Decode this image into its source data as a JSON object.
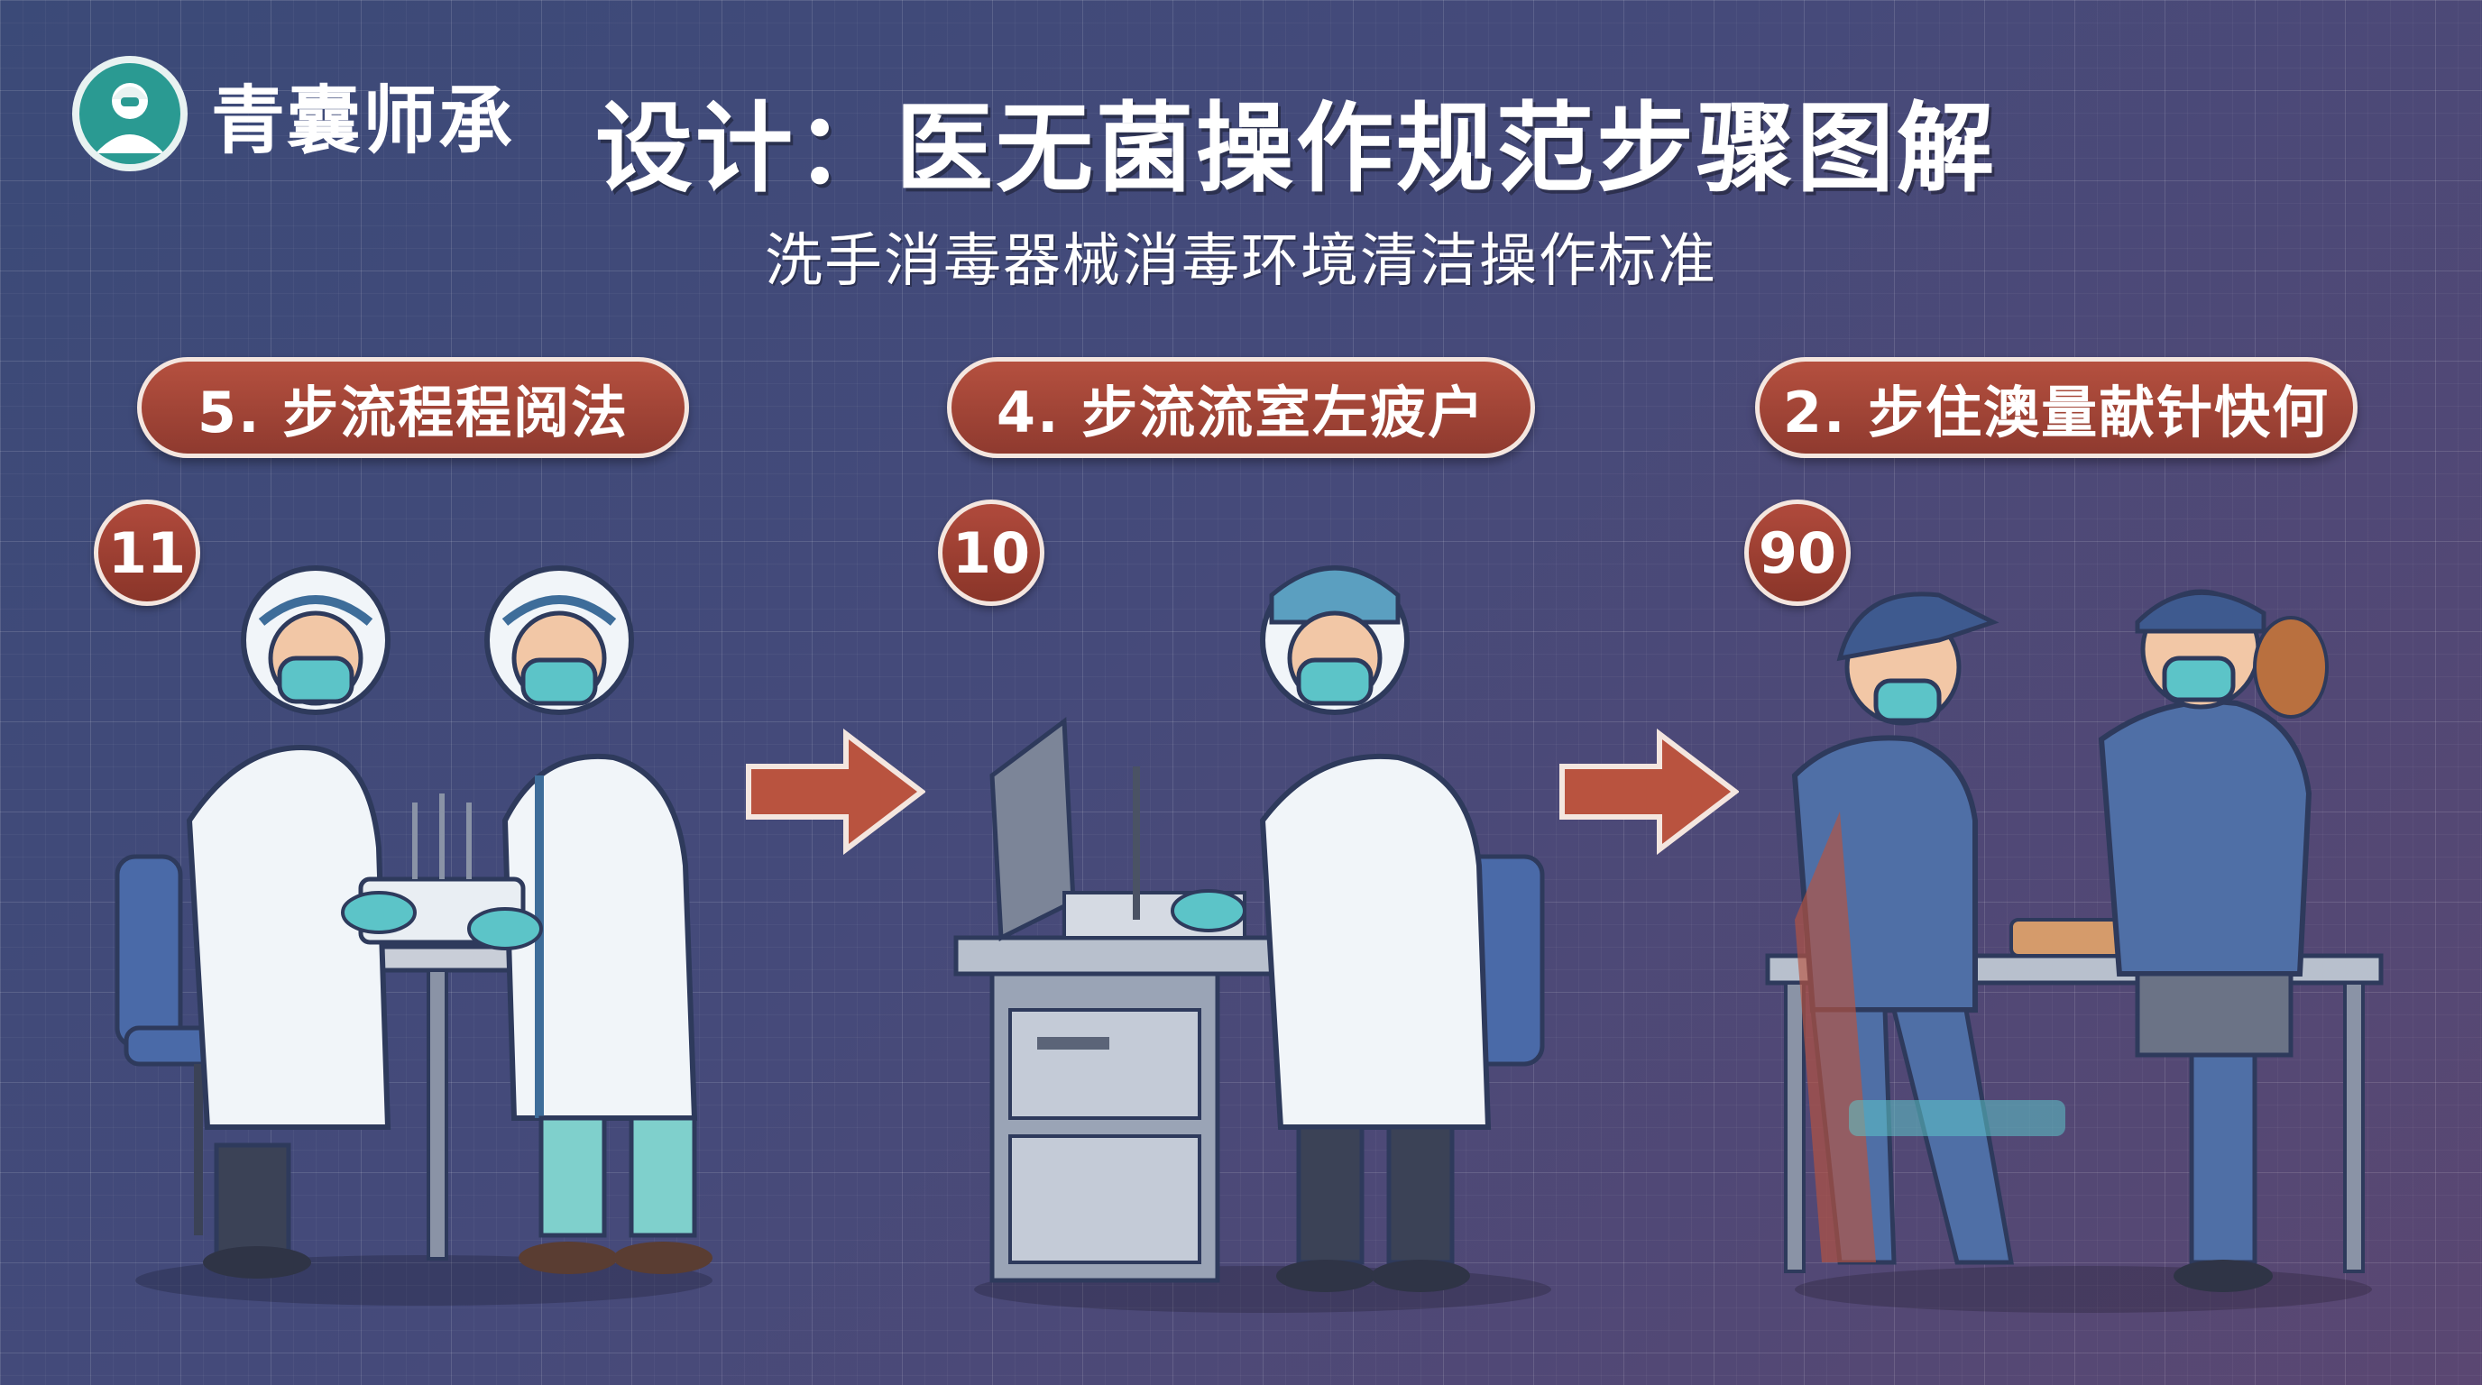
{
  "brand": {
    "name": "青囊师承",
    "logo_icon": "doctor-avatar-icon"
  },
  "header": {
    "title": "设计：医无菌操作规范步骤图解",
    "subtitle": "洗手消毒器械消毒环境清洁操作标准"
  },
  "steps": [
    {
      "label": "5. 步流程程阅法",
      "number": "11"
    },
    {
      "label": "4. 步流流室左疲户",
      "number": "10"
    },
    {
      "label": "2. 步住澳量献针快何",
      "number": "90"
    }
  ],
  "colors": {
    "accent": "#9a4334",
    "background": "#444a7a",
    "teal": "#2a9a92",
    "mask": "#5cc4c8"
  }
}
